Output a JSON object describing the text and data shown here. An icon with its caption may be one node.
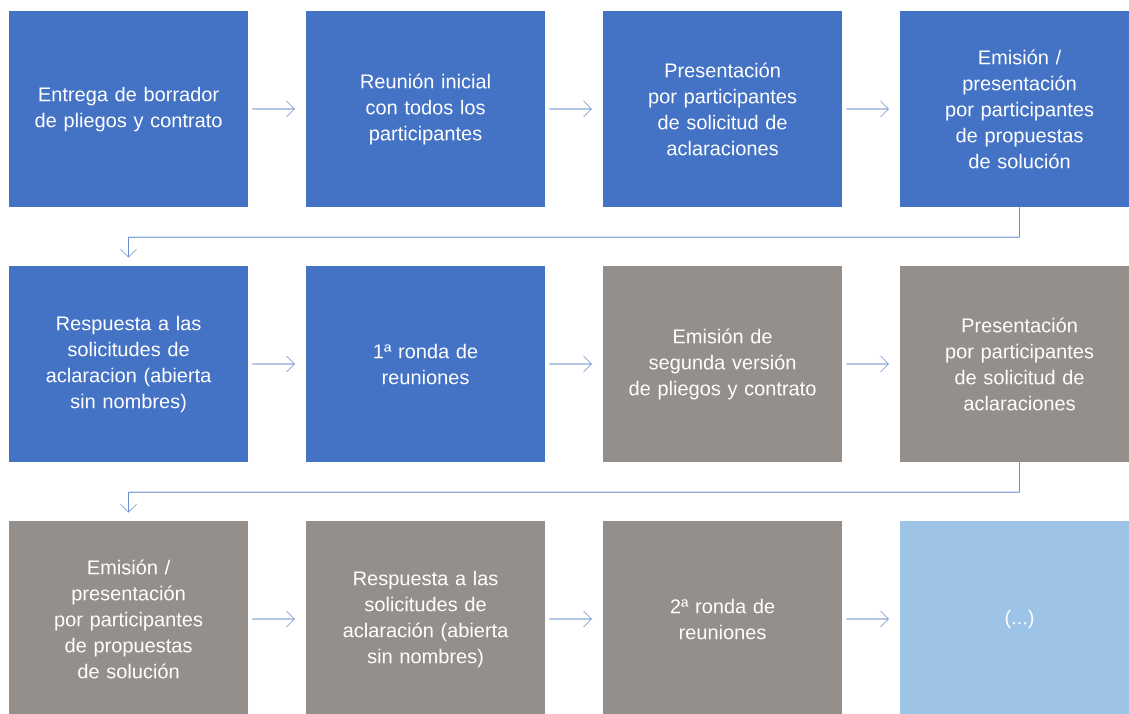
{
  "diagram": {
    "nodes": [
      {
        "text": [
          "Entrega de borrador de pliegos y contrato"
        ]
      },
      {
        "text": [
          "Reunión inicial con todos los participantes"
        ]
      },
      {
        "text": [
          "Presentación por participantes de solicitud de aclaraciones"
        ]
      },
      {
        "text": [
          "Emisión / presentación por participantes de propuestas de solución"
        ]
      },
      {
        "text": [
          "Respuesta a las solicitudes de aclaracion (abierta sin nombres)"
        ]
      },
      {
        "text": [
          "1ª ronda de reuniones"
        ]
      },
      {
        "text": [
          "Emisión de segunda versión de pliegos y contrato"
        ]
      },
      {
        "text": [
          "Presentación por participantes de solicitud de aclaraciones"
        ]
      },
      {
        "text": [
          "Emisión / presentación por participantes de propuestas de solución"
        ]
      },
      {
        "text": [
          "Respuesta a las solicitudes de aclaración (abierta sin nombres)"
        ]
      },
      {
        "text": [
          "2ª ronda de reuniones"
        ]
      },
      {
        "text": [
          "(...)"
        ]
      }
    ],
    "edges": [
      {
        "from": 0,
        "to": 1,
        "arrow": "to"
      },
      {
        "from": 1,
        "to": 2,
        "arrow": "to"
      },
      {
        "from": 2,
        "to": 3,
        "arrow": "to"
      },
      {
        "from": 3,
        "to": 4,
        "arrow": "to"
      },
      {
        "from": 4,
        "to": 5,
        "arrow": "to"
      },
      {
        "from": 5,
        "to": 6,
        "arrow": "to"
      },
      {
        "from": 6,
        "to": 7,
        "arrow": "to"
      },
      {
        "from": 7,
        "to": 8,
        "arrow": "to"
      },
      {
        "from": 8,
        "to": 9,
        "arrow": "to"
      },
      {
        "from": 9,
        "to": 10,
        "arrow": "to"
      },
      {
        "from": 10,
        "to": 11,
        "arrow": "to"
      }
    ]
  }
}
